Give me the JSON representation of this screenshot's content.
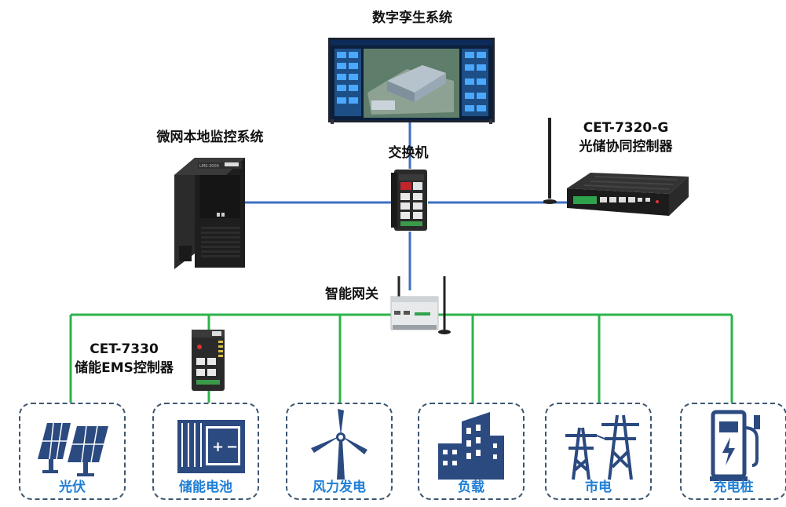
{
  "nodes": {
    "digital_twin": "数字孪生系统",
    "local_monitor": "微网本地监控系统",
    "switch": "交换机",
    "cet7320_model": "CET-7320-G",
    "cet7320_name": "光储协同控制器",
    "gateway": "智能网关",
    "cet7330_model": "CET-7330",
    "cet7330_name": "储能EMS控制器"
  },
  "devices": [
    {
      "label": "光伏",
      "icon": "solar-panel-icon"
    },
    {
      "label": "储能电池",
      "icon": "battery-container-icon"
    },
    {
      "label": "风力发电",
      "icon": "wind-turbine-icon"
    },
    {
      "label": "负载",
      "icon": "building-icon"
    },
    {
      "label": "市电",
      "icon": "power-tower-icon"
    },
    {
      "label": "充电桩",
      "icon": "charging-pile-icon"
    }
  ],
  "colors": {
    "ethernet_line": "#3f6fc1",
    "bus_line": "#2db34a",
    "icon": "#2b4a80",
    "device_label": "#1f7fd6",
    "dash_border": "#3d5670"
  }
}
